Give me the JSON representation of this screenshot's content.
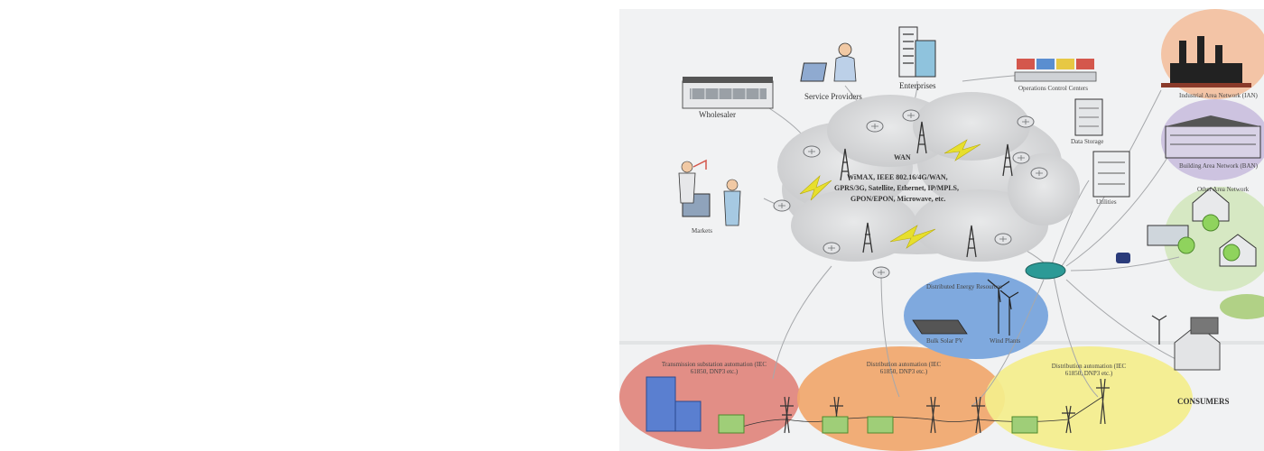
{
  "labels": {
    "wholesaler": "Wholesaler",
    "service_providers": "Service Providers",
    "enterprises": "Enterprises",
    "operations": "Operations Control Centers",
    "data_storage": "Data Storage",
    "utilities": "Utilities",
    "markets": "Markets",
    "wan": "WAN",
    "net_line1": "WiMAX, IEEE 802.16/4G/WAN,",
    "net_line2": "GPRS/3G, Satellite, Ethernet, IP/MPLS,",
    "net_line3": "GPON/EPON, Microwave, etc.",
    "industrial": "Industrial Area Network (IAN)",
    "building": "Building Area Network (BAN)",
    "other": "Other Area Network",
    "distributed": "Distributed Energy Resources",
    "bulk_pv": "Bulk Solar PV",
    "wind": "Wind Plants",
    "transmission": "Transmission substation automation (IEC 61850, DNP3 etc.)",
    "distribution": "Distribution automation (IEC 61850, DNP3 etc.)",
    "dist2": "Distribution automation (IEC 61850, DNP3 etc.)",
    "consumers": "CONSUMERS"
  },
  "colors": {
    "panel": "#f1f2f3",
    "cloud": "#d6d7d9",
    "transmission_zone": "#e0837a",
    "distribution_zone": "#f1a76c",
    "dist2_zone": "#f4ee8c",
    "der_zone": "#7fa9de",
    "industrial_zone": "#f3c4a6",
    "building_zone": "#cdc3e0",
    "other_zone": "#d6e8c3",
    "lightning": "#e7df2d",
    "meter": "#8fd35d"
  }
}
